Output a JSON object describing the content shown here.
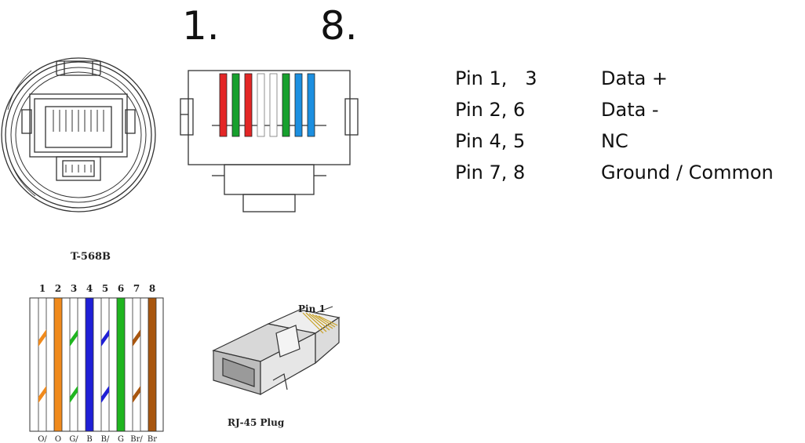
{
  "header": {
    "first_pin": "1.",
    "last_pin": "8."
  },
  "pinout": [
    {
      "pins": "Pin 1,   3",
      "function": "Data +"
    },
    {
      "pins": "Pin 2, 6",
      "function": "Data -"
    },
    {
      "pins": "Pin 4, 5",
      "function": "NC"
    },
    {
      "pins": "Pin 7, 8",
      "function": "Ground / Common"
    }
  ],
  "t568b": {
    "title": "T-568B",
    "numbers": [
      "1",
      "2",
      "3",
      "4",
      "5",
      "6",
      "7",
      "8"
    ],
    "codes": [
      "O/",
      "O",
      "G/",
      "B",
      "B/",
      "G",
      "Br/",
      "Br"
    ],
    "wires": [
      {
        "base": "#ffffff",
        "stripe": "#f08a1c"
      },
      {
        "base": "#f08a1c",
        "stripe": null
      },
      {
        "base": "#ffffff",
        "stripe": "#1fb51f"
      },
      {
        "base": "#1f1fd6",
        "stripe": null
      },
      {
        "base": "#ffffff",
        "stripe": "#1f1fd6"
      },
      {
        "base": "#1fb51f",
        "stripe": null
      },
      {
        "base": "#ffffff",
        "stripe": "#a8560f"
      },
      {
        "base": "#a8560f",
        "stripe": null
      }
    ]
  },
  "plug": {
    "pin_label": "Pin 1",
    "caption": "RJ-45 Plug"
  },
  "front_view_wire_colors": [
    "#e32626",
    "#17a02e",
    "#e32626",
    "#ffffff",
    "#ffffff",
    "#17a02e",
    "#1c8fe0",
    "#1c8fe0"
  ]
}
